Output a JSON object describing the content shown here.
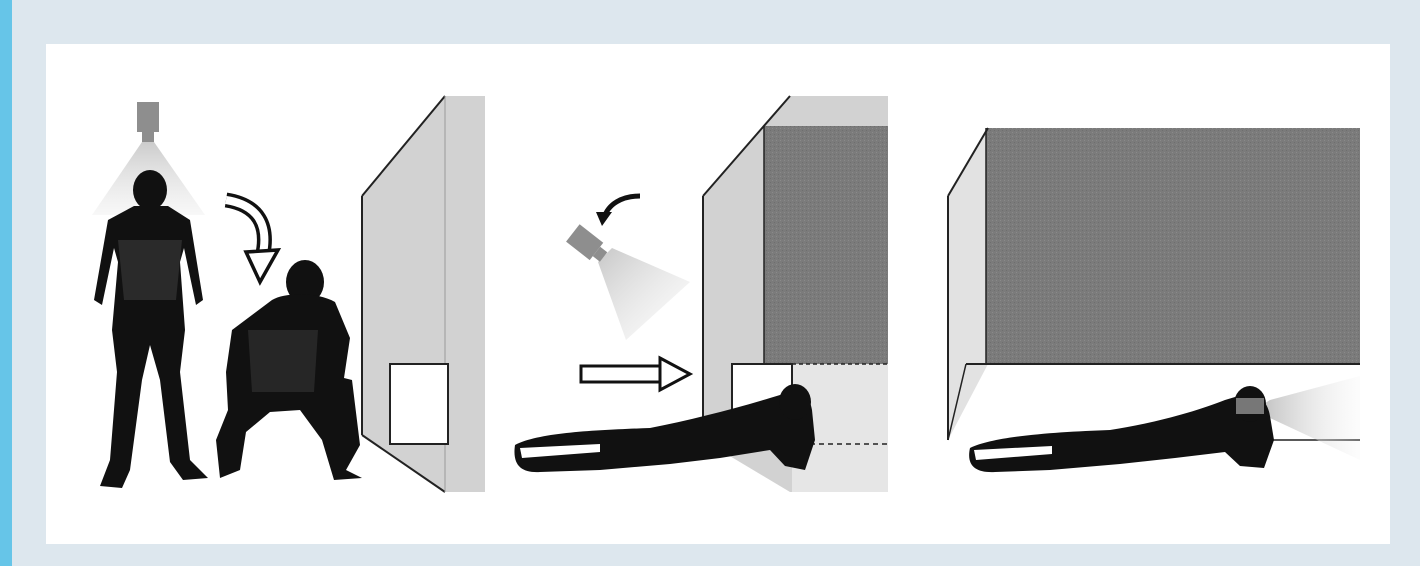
{
  "colors": {
    "accent_edge": "#66c5e8",
    "frame": "#dde7ee",
    "panel": "#ffffff",
    "wall_light": "#d2d2d2",
    "wall_dark": "#7b7b7b",
    "silhouette": "#111111",
    "camera": "#8e8e8e",
    "light_beam": "#d8d8d8"
  },
  "panels": [
    {
      "scene": "standing-and-kneeling-person-under-overhead-camera",
      "icons": [
        "camera-icon",
        "curved-arrow-icon",
        "wall-icon",
        "doorway-icon"
      ]
    },
    {
      "scene": "crawling-person-entering-opening-with-angled-camera",
      "icons": [
        "camera-icon",
        "curved-arrow-icon",
        "straight-arrow-icon",
        "wall-icon"
      ]
    },
    {
      "scene": "crawling-person-under-wall-with-head-lamp",
      "icons": [
        "wall-icon",
        "head-lamp-icon"
      ]
    }
  ]
}
